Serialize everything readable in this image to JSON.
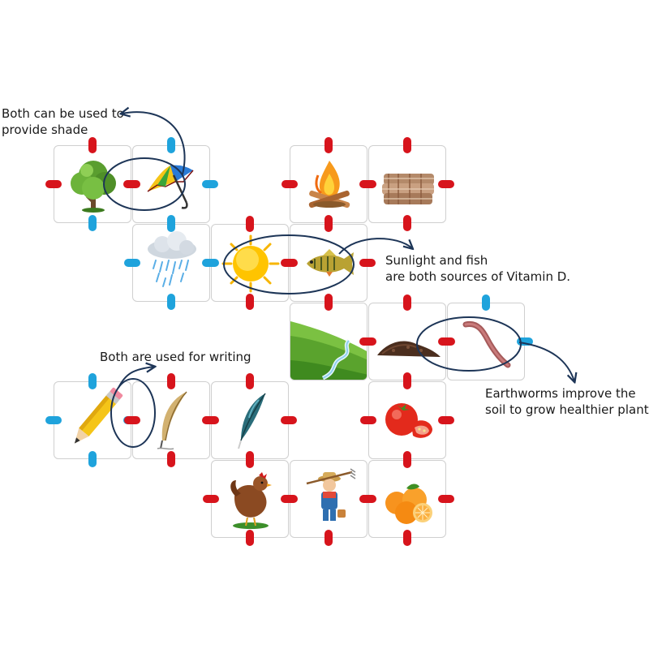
{
  "annotations": {
    "shade": [
      "Both can be used to",
      "provide shade"
    ],
    "vitamin": [
      "Sunlight and fish",
      "are both sources of Vitamin D."
    ],
    "writing": [
      "Both are used for writing"
    ],
    "earthworm": [
      "Earthworms improve the",
      "soil to grow healthier plants"
    ]
  },
  "cards": [
    {
      "name": "tree",
      "icon": "tree-icon",
      "col": 0,
      "row": 0,
      "connectors": {
        "top": "red",
        "right": "red",
        "bottom": "blue",
        "left": "red"
      }
    },
    {
      "name": "umbrella",
      "icon": "umbrella-icon",
      "col": 1,
      "row": 0,
      "connectors": {
        "top": "blue",
        "right": "blue",
        "bottom": "blue",
        "left": "red"
      }
    },
    {
      "name": "campfire",
      "icon": "campfire-icon",
      "col": 3,
      "row": 0,
      "connectors": {
        "top": "red",
        "right": "red",
        "bottom": "red",
        "left": "red"
      }
    },
    {
      "name": "blanket",
      "icon": "blanket-icon",
      "col": 4,
      "row": 0,
      "connectors": {
        "top": "red",
        "right": "red",
        "bottom": "red",
        "left": "red"
      }
    },
    {
      "name": "rain-cloud",
      "icon": "rain-cloud-icon",
      "col": 1,
      "row": 1,
      "connectors": {
        "top": "blue",
        "right": "blue",
        "bottom": "blue",
        "left": "blue"
      }
    },
    {
      "name": "sun",
      "icon": "sun-icon",
      "col": 2,
      "row": 1,
      "connectors": {
        "top": "red",
        "right": "red",
        "bottom": "red",
        "left": "blue"
      }
    },
    {
      "name": "fish",
      "icon": "fish-icon",
      "col": 3,
      "row": 1,
      "connectors": {
        "top": "red",
        "right": "red",
        "bottom": "red",
        "left": "red"
      }
    },
    {
      "name": "landscape",
      "icon": "landscape-icon",
      "col": 3,
      "row": 2,
      "connectors": {
        "top": "red",
        "right": "red",
        "bottom": "",
        "left": ""
      }
    },
    {
      "name": "soil",
      "icon": "soil-icon",
      "col": 4,
      "row": 2,
      "connectors": {
        "top": "red",
        "right": "red",
        "bottom": "red",
        "left": "red"
      }
    },
    {
      "name": "earthworm",
      "icon": "earthworm-icon",
      "col": 5,
      "row": 2,
      "connectors": {
        "top": "blue",
        "right": "blue",
        "bottom": "",
        "left": "red"
      }
    },
    {
      "name": "pencil",
      "icon": "pencil-icon",
      "col": 0,
      "row": 3,
      "connectors": {
        "top": "blue",
        "right": "blue",
        "bottom": "blue",
        "left": "blue"
      }
    },
    {
      "name": "quill",
      "icon": "quill-icon",
      "col": 1,
      "row": 3,
      "connectors": {
        "top": "red",
        "right": "red",
        "bottom": "red",
        "left": "red"
      }
    },
    {
      "name": "feather",
      "icon": "feather-icon",
      "col": 2,
      "row": 3,
      "connectors": {
        "top": "red",
        "right": "red",
        "bottom": "red",
        "left": "red"
      }
    },
    {
      "name": "tomato",
      "icon": "tomato-icon",
      "col": 4,
      "row": 3,
      "connectors": {
        "top": "red",
        "right": "red",
        "bottom": "red",
        "left": "red"
      }
    },
    {
      "name": "hen",
      "icon": "hen-icon",
      "col": 2,
      "row": 4,
      "connectors": {
        "top": "red",
        "right": "red",
        "bottom": "red",
        "left": "red"
      }
    },
    {
      "name": "farmer",
      "icon": "farmer-icon",
      "col": 3,
      "row": 4,
      "connectors": {
        "top": "",
        "right": "red",
        "bottom": "red",
        "left": "red"
      }
    },
    {
      "name": "oranges",
      "icon": "oranges-icon",
      "col": 4,
      "row": 4,
      "connectors": {
        "top": "red",
        "right": "red",
        "bottom": "red",
        "left": "red"
      }
    }
  ],
  "colors": {
    "red": "#d7141c",
    "blue": "#1fa3dc",
    "ellipse": "#1d3557",
    "card_border": "#cfcfcf"
  }
}
